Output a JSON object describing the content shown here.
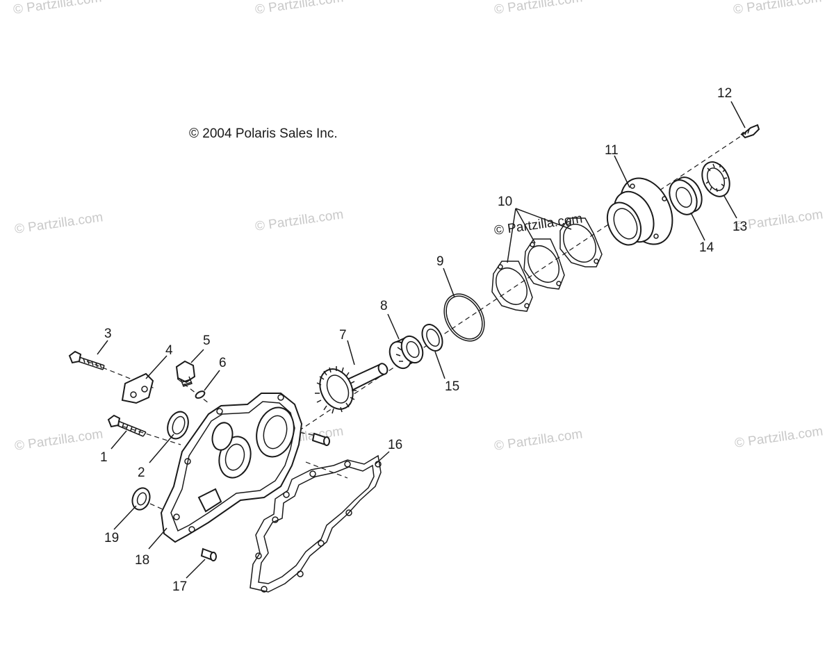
{
  "copyright": "© 2004 Polaris Sales Inc.",
  "watermark": "© Partzilla.com",
  "colors": {
    "line": "#1a1a1a",
    "watermark": "#c9c9c9",
    "background": "#ffffff"
  },
  "callouts": {
    "p1": "1",
    "p2": "2",
    "p3": "3",
    "p4": "4",
    "p5": "5",
    "p6": "6",
    "p7": "7",
    "p8": "8",
    "p9": "9",
    "p10": "10",
    "p11": "11",
    "p12": "12",
    "p13": "13",
    "p14": "14",
    "p15": "15",
    "p16": "16",
    "p17": "17",
    "p18": "18",
    "p19": "19"
  }
}
